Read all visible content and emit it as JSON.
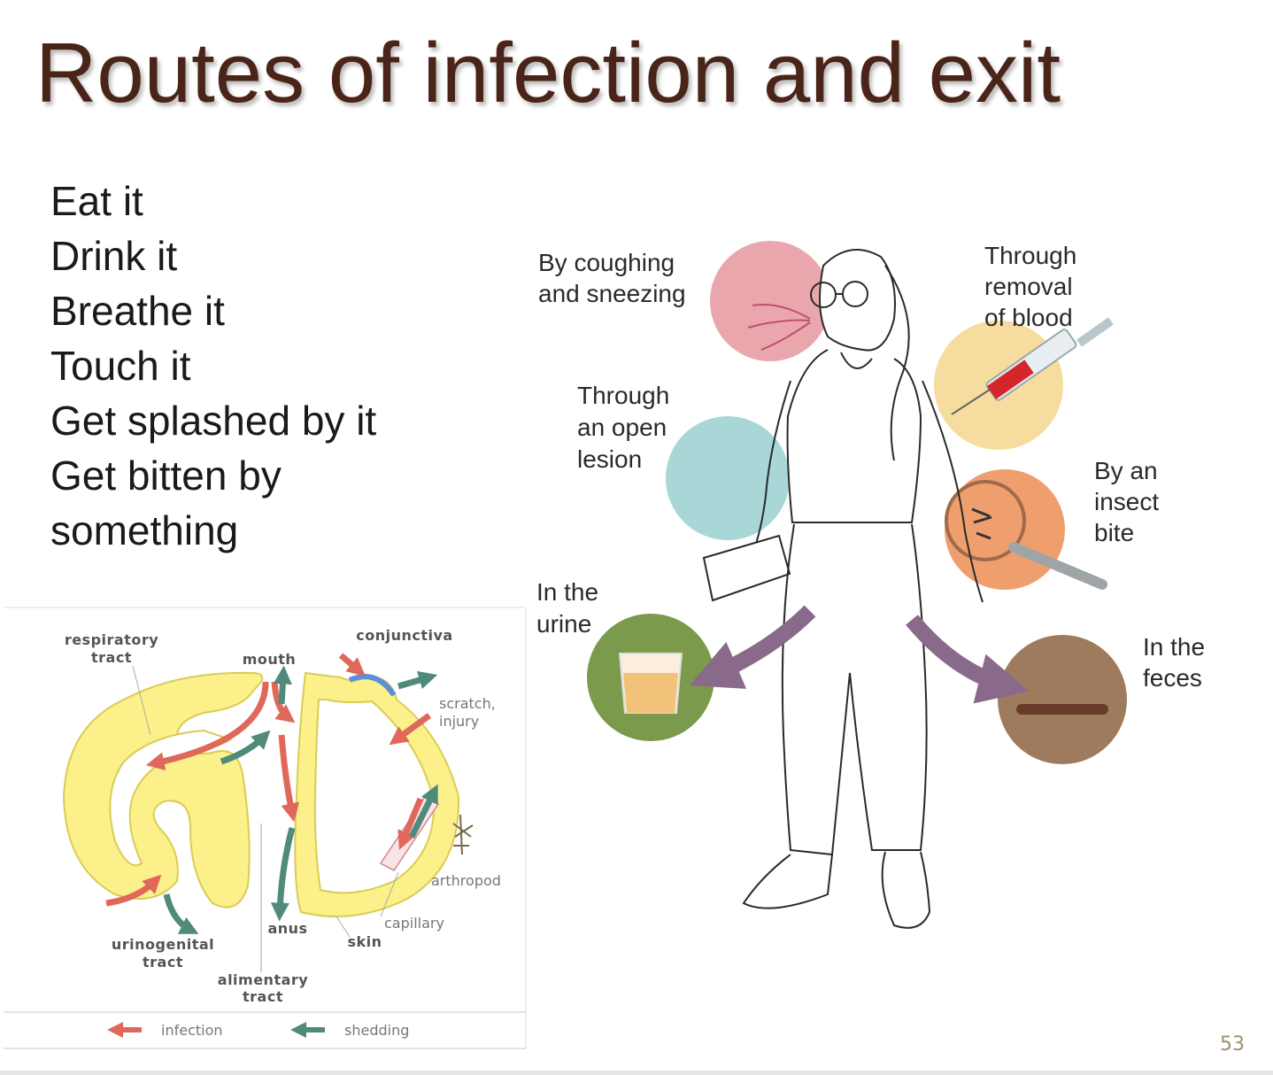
{
  "slide": {
    "title": "Routes of infection and exit",
    "page_number": "53"
  },
  "bullets": [
    "Eat it",
    "Drink it",
    "Breathe it",
    "Touch it",
    "Get splashed by it",
    "Get bitten by",
    "something"
  ],
  "person_figure": {
    "coughing": [
      "By coughing",
      "and sneezing"
    ],
    "blood": [
      "Through",
      "removal",
      "of blood"
    ],
    "lesion": [
      "Through",
      "an open",
      "lesion"
    ],
    "insect": [
      "By an",
      "insect",
      "bite"
    ],
    "urine": [
      "In the",
      "urine"
    ],
    "feces": [
      "In the",
      "feces"
    ],
    "colors": {
      "coughing": "#e9a7ad",
      "blood": "#f6dc9e",
      "lesion": "#a9d6d6",
      "insect": "#ef9e6e",
      "urine": "#7b9a4c",
      "feces": "#9e7b5c",
      "arrow": "#8a6a8a"
    }
  },
  "body_diagram": {
    "labels": {
      "respiratory": [
        "respiratory",
        "tract"
      ],
      "mouth": "mouth",
      "conjunctiva": "conjunctiva",
      "scratch": [
        "scratch,",
        "injury"
      ],
      "arthropod": "arthropod",
      "capillary": "capillary",
      "anus": "anus",
      "skin": "skin",
      "urinogenital": [
        "urinogenital",
        "tract"
      ],
      "alimentary": [
        "alimentary",
        "tract"
      ]
    },
    "legend": {
      "infection": "infection",
      "shedding": "shedding"
    },
    "colors": {
      "body": "#fbf08a",
      "outline": "#d9cc55",
      "infection": "#e0685a",
      "shedding": "#4f8a7a",
      "conjunctiva": "#5b8fd8"
    }
  }
}
